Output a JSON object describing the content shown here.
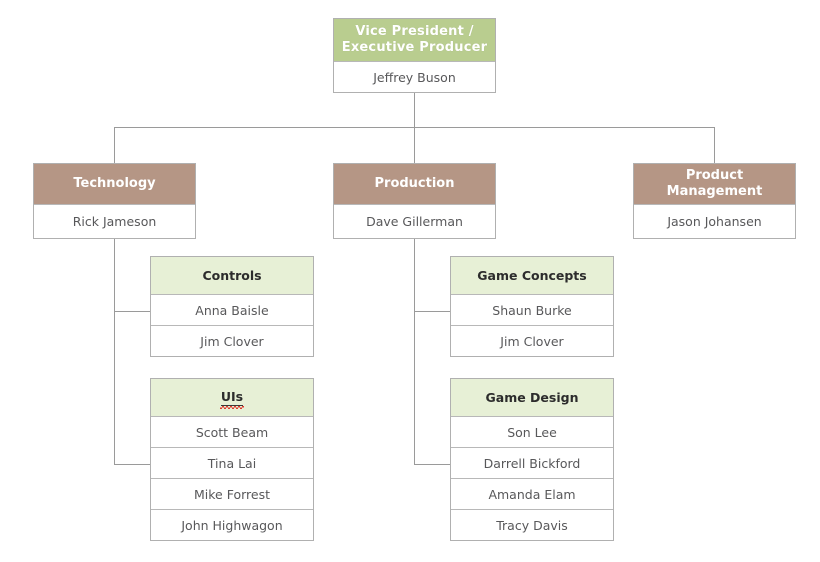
{
  "chart_data": {
    "type": "diagram",
    "diagram_type": "organization-chart",
    "title": "",
    "colors": {
      "level1_header": "#b9cd8f",
      "level2_header": "#b59685",
      "level3_header": "#e7f0d6",
      "body_background": "#ffffff",
      "border": "#b0b0b0",
      "connector_line": "#9a9a9a",
      "name_text": "#58585a",
      "level1_header_text": "#ffffff",
      "level2_header_text": "#ffffff",
      "level3_header_text": "#2c2c2c",
      "spellcheck_underline": "#e03b2f"
    },
    "nodes": [
      {
        "id": "vice-president",
        "level": 1,
        "title": "Vice President / Executive Producer",
        "members": [
          "Jeffrey Buson"
        ]
      },
      {
        "id": "technology",
        "level": 2,
        "title": "Technology",
        "members": [
          "Rick Jameson"
        ]
      },
      {
        "id": "production",
        "level": 2,
        "title": "Production",
        "members": [
          "Dave Gillerman"
        ]
      },
      {
        "id": "product-management",
        "level": 2,
        "title": "Product Management",
        "members": [
          "Jason Johansen"
        ]
      },
      {
        "id": "controls",
        "level": 3,
        "parent": "technology",
        "title": "Controls",
        "members": [
          "Anna Baisle",
          "Jim Clover"
        ]
      },
      {
        "id": "uis",
        "level": 3,
        "parent": "technology",
        "title": "UIs",
        "members": [
          "Scott Beam",
          "Tina Lai",
          "Mike Forrest",
          "John Highwagon"
        ]
      },
      {
        "id": "game-concepts",
        "level": 3,
        "parent": "production",
        "title": "Game Concepts",
        "members": [
          "Shaun Burke",
          "Jim Clover"
        ]
      },
      {
        "id": "game-design",
        "level": 3,
        "parent": "production",
        "title": "Game Design",
        "members": [
          "Son Lee",
          "Darrell Bickford",
          "Amanda Elam",
          "Tracy Davis"
        ]
      }
    ],
    "edges": [
      {
        "from": "vice-president",
        "to": "technology"
      },
      {
        "from": "vice-president",
        "to": "production"
      },
      {
        "from": "vice-president",
        "to": "product-management"
      },
      {
        "from": "technology",
        "to": "controls"
      },
      {
        "from": "technology",
        "to": "uis"
      },
      {
        "from": "production",
        "to": "game-concepts"
      },
      {
        "from": "production",
        "to": "game-design"
      }
    ]
  },
  "vice_president": {
    "title_line1": "Vice President /",
    "title_line2": "Executive Producer",
    "member1": "Jeffrey Buson"
  },
  "technology": {
    "title": "Technology",
    "member1": "Rick Jameson"
  },
  "production": {
    "title": "Production",
    "member1": "Dave Gillerman"
  },
  "product_management": {
    "title": "Product Management",
    "member1": "Jason Johansen"
  },
  "controls": {
    "title": "Controls",
    "member1": "Anna Baisle",
    "member2": "Jim Clover"
  },
  "uis": {
    "title": "UIs",
    "member1": "Scott Beam",
    "member2": "Tina Lai",
    "member3": "Mike Forrest",
    "member4": "John Highwagon"
  },
  "game_concepts": {
    "title": "Game Concepts",
    "member1": "Shaun Burke",
    "member2": "Jim Clover"
  },
  "game_design": {
    "title": "Game Design",
    "member1": "Son Lee",
    "member2": "Darrell Bickford",
    "member3": "Amanda Elam",
    "member4": "Tracy Davis"
  }
}
